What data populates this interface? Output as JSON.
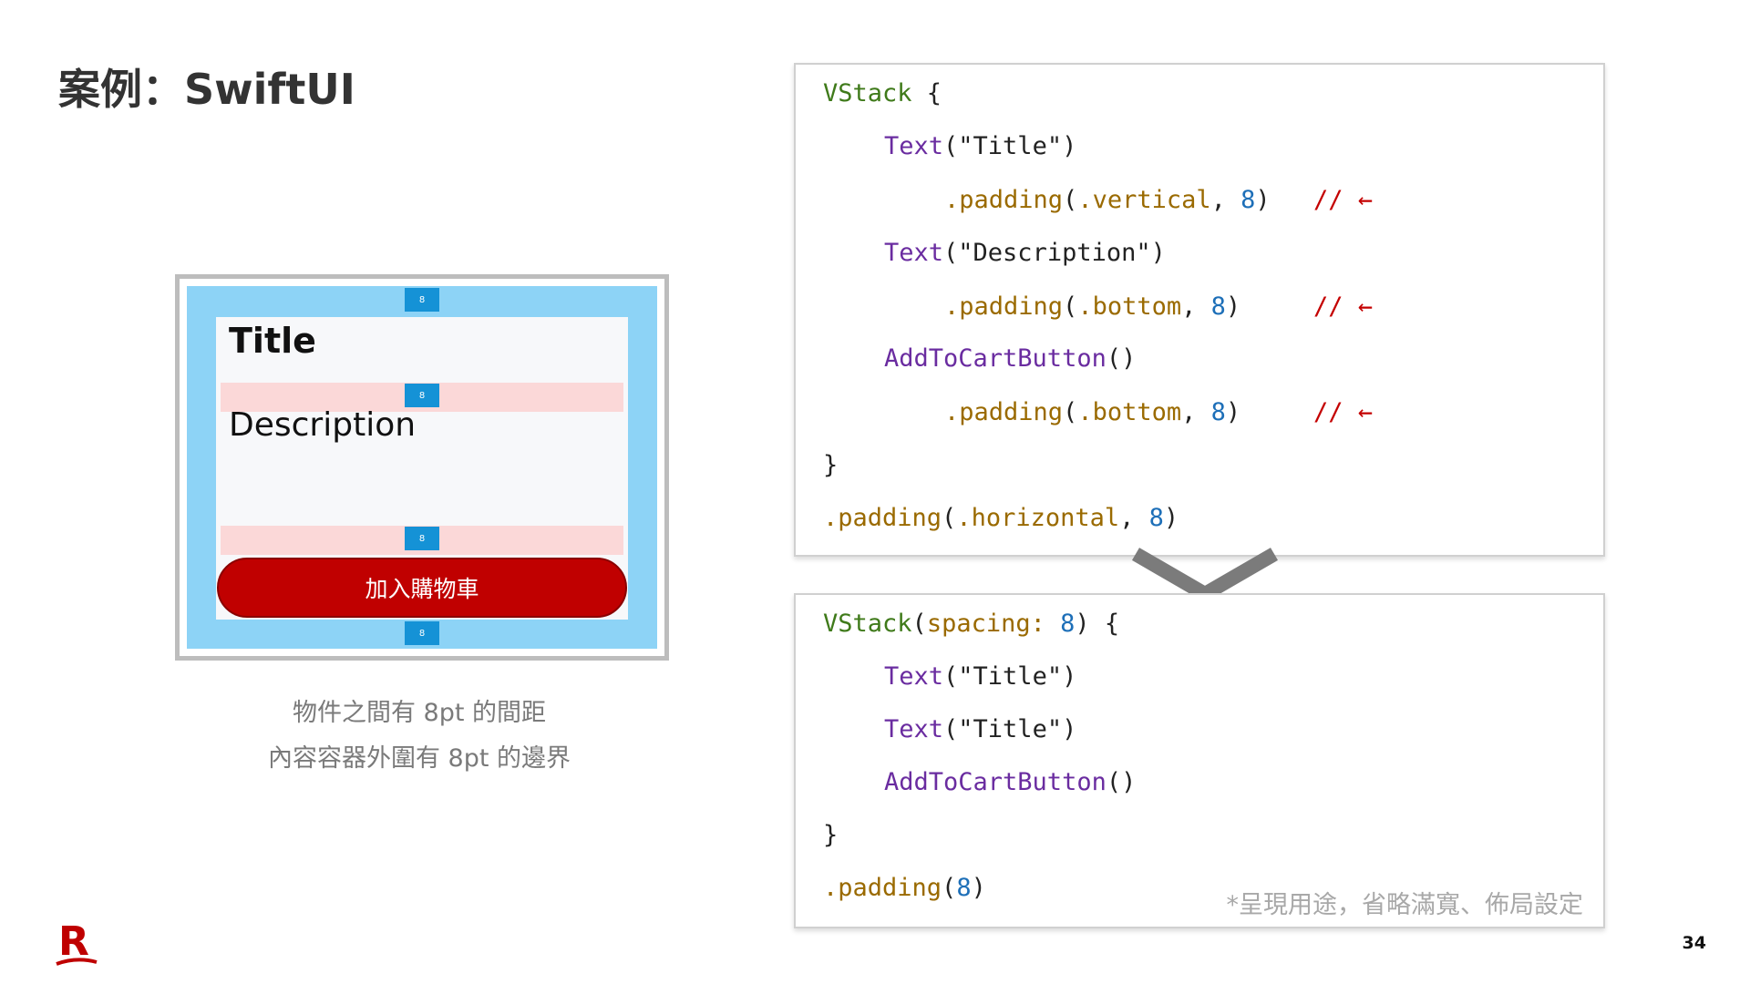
{
  "slide": {
    "title": "案例：SwiftUI",
    "page_number": "34"
  },
  "mockup": {
    "title": "Title",
    "description": "Description",
    "button_label": "加入購物車",
    "spacing_label": "8",
    "caption_lines": [
      "物件之間有 8pt 的間距",
      "內容容器外圍有 8pt 的邊界"
    ]
  },
  "code_before": {
    "l1_type": "VStack",
    "l1_brace": " {",
    "l2_fn": "Text",
    "l2_args": "(\"Title\")",
    "l3_mod": ".padding",
    "l3_open": "(",
    "l3_arg": ".vertical",
    "l3_comma": ", ",
    "l3_num": "8",
    "l3_close": ")",
    "l4_fn": "Text",
    "l4_args": "(\"Description\")",
    "l5_mod": ".padding",
    "l5_open": "(",
    "l5_arg": ".bottom",
    "l5_comma": ", ",
    "l5_num": "8",
    "l5_close": ")",
    "l6_fn": "AddToCartButton",
    "l6_args": "()",
    "l7_mod": ".padding",
    "l7_open": "(",
    "l7_arg": ".bottom",
    "l7_comma": ", ",
    "l7_num": "8",
    "l7_close": ")",
    "l8_brace": "}",
    "l9_mod": ".padding",
    "l9_open": "(",
    "l9_arg": ".horizontal",
    "l9_comma": ", ",
    "l9_num": "8",
    "l9_close": ")",
    "comment": "// ←"
  },
  "code_after": {
    "l1_type": "VStack",
    "l1_open": "(",
    "l1_arg": "spacing:",
    "l1_space": " ",
    "l1_num": "8",
    "l1_close": ") {",
    "l2_fn": "Text",
    "l2_args": "(\"Title\")",
    "l3_fn": "Text",
    "l3_args": "(\"Title\")",
    "l4_fn": "AddToCartButton",
    "l4_args": "()",
    "l5_brace": "}",
    "l6_mod": ".padding",
    "l6_open": "(",
    "l6_num": "8",
    "l6_close": ")",
    "note": "*呈現用途，省略滿寬、佈局設定"
  },
  "colors": {
    "brand_red": "#c00000",
    "mock_blue": "#8dd3f6",
    "gap_marker": "#1592d6",
    "pink_spacing": "#fbd8d8",
    "code_green": "#3f7a1a",
    "code_purple": "#6a2ca0",
    "code_brown": "#9a6a00",
    "code_blue": "#1d6fb8"
  },
  "icons": {
    "connector": "chevron-down-icon",
    "logo": "rakuten-r-logo"
  }
}
